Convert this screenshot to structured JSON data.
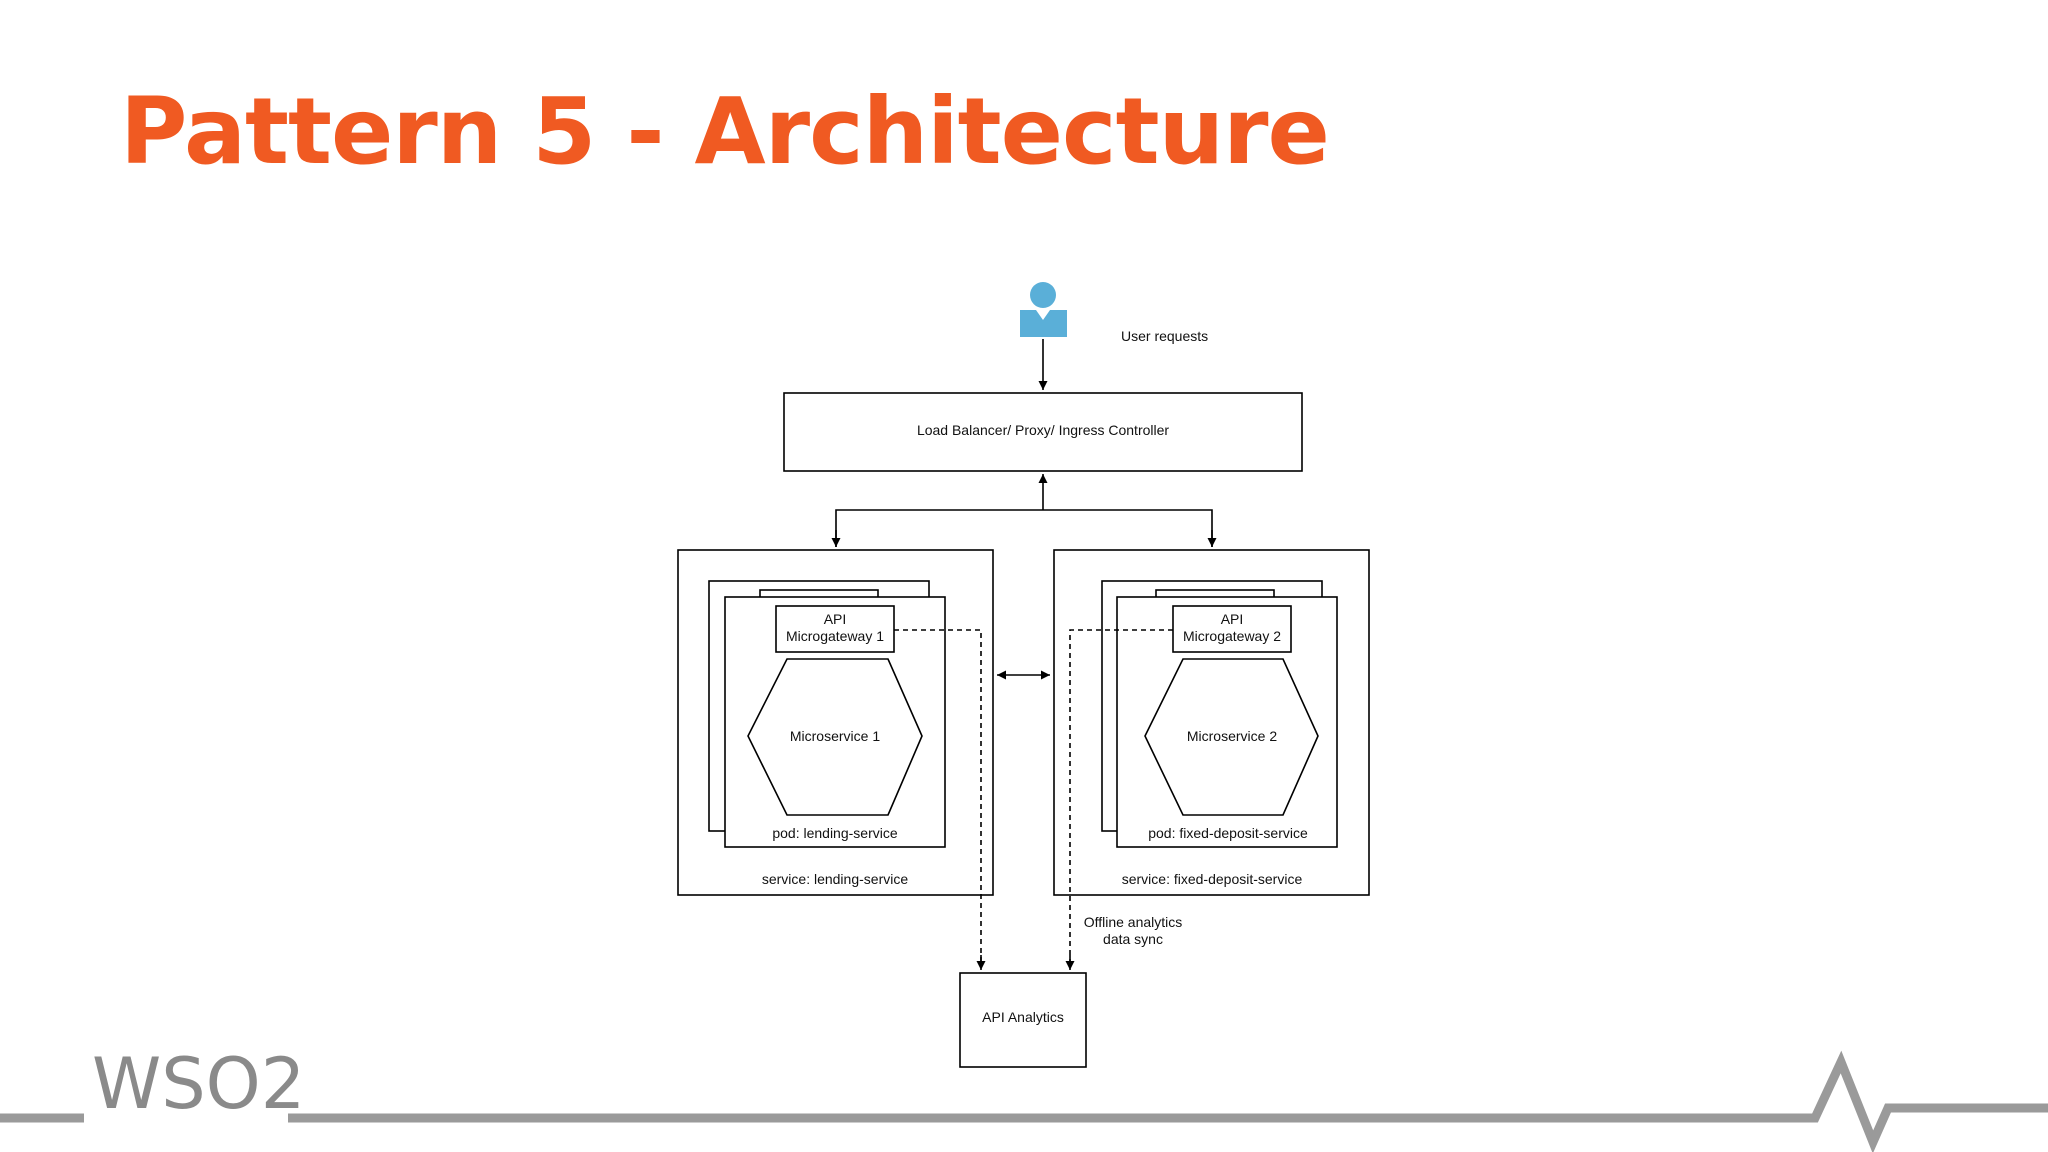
{
  "slide": {
    "title": "Pattern 5 - Architecture"
  },
  "diagram": {
    "user_label": "User requests",
    "load_balancer_label": "Load Balancer/ Proxy/ Ingress Controller",
    "left_service": {
      "gateway_line1": "API",
      "gateway_line2": "Microgateway 1",
      "microservice": "Microservice 1",
      "pod": "pod: lending-service",
      "service": "service: lending-service"
    },
    "right_service": {
      "gateway_line1": "API",
      "gateway_line2": "Microgateway 2",
      "microservice": "Microservice 2",
      "pod": "pod: fixed-deposit-service",
      "service": "service: fixed-deposit-service"
    },
    "sync_line1": "Offline analytics",
    "sync_line2": "data sync",
    "analytics_label": "API Analytics"
  },
  "footer": {
    "logo_text": "WSO2"
  },
  "colors": {
    "title": "#f05a22",
    "user_icon": "#5aafd8",
    "footer_line": "#9a9a9a"
  }
}
